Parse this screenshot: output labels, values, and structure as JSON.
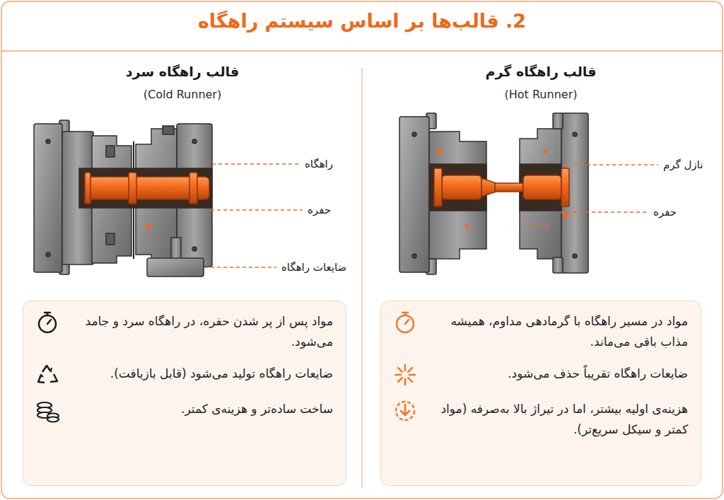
{
  "diagram": {
    "title": "2. قالب‌ها بر اساس سیستم راهگاه",
    "nodes": [
      {
        "text": [
          "مواد در مسیر راهگاه با گرمادهی مداوم، همیشه مذاب باقی می‌ماند.",
          "ضایعات راهگاه تقریباً حذف می‌شود.",
          "هزینه‌ی اولیه بیشتر، اما در تیراژ بالا به‌صرفه (مواد کمتر و سیکل سریع‌تر)."
        ]
      },
      {
        "text": [
          "مواد پس از پر شدن حفره، در راهگاه سرد و جامد می‌شود.",
          "ضایعات راهگاه تولید می‌شود (قابل بازیافت).",
          "ساخت ساده‌تر و هزینه‌ی کمتر."
        ]
      }
    ],
    "labels": [
      "قالب راهگاه گرم",
      "(Hot Runner)",
      "قالب راهگاه سرد",
      "(Cold Runner)",
      "نازل گرم",
      "حفره",
      "راهگاه",
      "حفره",
      "ضایعات راهگاه"
    ]
  }
}
